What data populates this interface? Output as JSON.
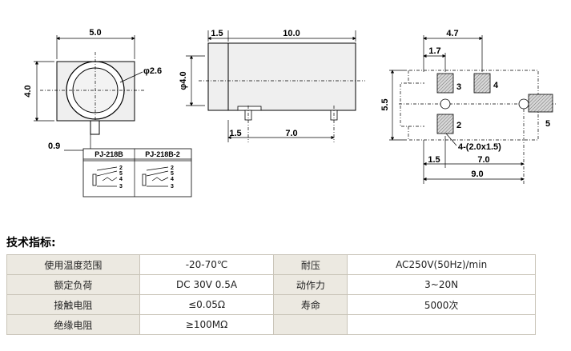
{
  "drawing": {
    "front": {
      "width": "5.0",
      "height": "4.0",
      "hole": "φ2.6",
      "pin": "0.9"
    },
    "side": {
      "flange": "1.5",
      "length": "10.0",
      "dia": "φ4.0",
      "pin_offset": "1.5",
      "pin_span": "7.0"
    },
    "bottom": {
      "span": "4.7",
      "offset": "1.7",
      "height": "5.5",
      "left_off": "1.5",
      "mid_span": "7.0",
      "total": "9.0",
      "pads_label": "4-(2.0x1.5)",
      "pin_labels": [
        "3",
        "4",
        "2",
        "5"
      ]
    },
    "schematics": [
      {
        "title": "PJ-218B",
        "pins": [
          "2",
          "5",
          "4",
          "3"
        ]
      },
      {
        "title": "PJ-218B-2",
        "pins": [
          "2",
          "5",
          "4",
          "3"
        ]
      }
    ]
  },
  "specs": {
    "heading": "技术指标:",
    "rows": [
      [
        "使用温度范围",
        "-20-70℃",
        "耐压",
        "AC250V(50Hz)/min"
      ],
      [
        "额定负荷",
        "DC 30V 0.5A",
        "动作力",
        "3~20N"
      ],
      [
        "接触电阻",
        "≤0.05Ω",
        "寿命",
        "5000次"
      ],
      [
        "绝缘电阻",
        "≥100MΩ",
        "",
        ""
      ]
    ]
  }
}
